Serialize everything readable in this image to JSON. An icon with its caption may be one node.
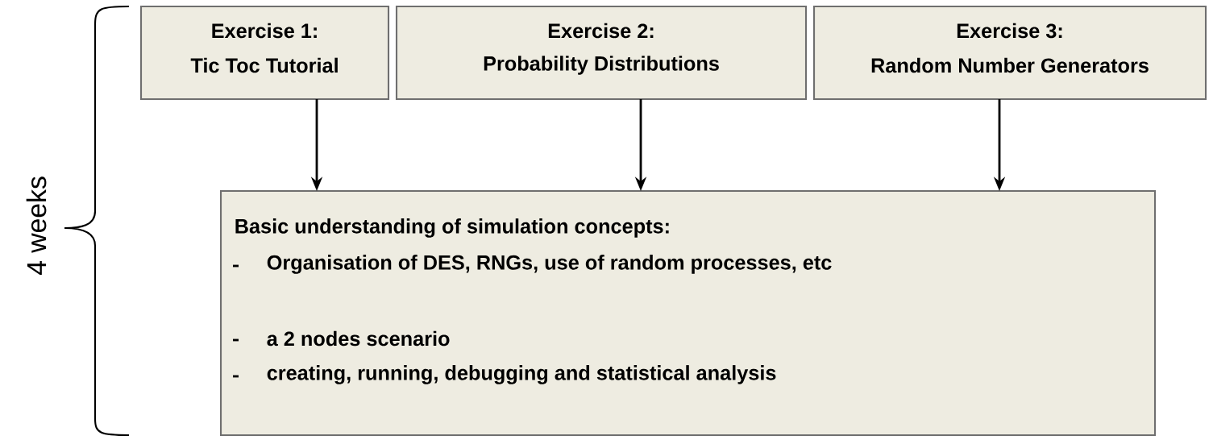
{
  "diagram": {
    "nodes": [
      {
        "text": [
          "Exercise 1:",
          "Tic Toc Tutorial"
        ]
      },
      {
        "text": [
          "Exercise 2:",
          "Probability Distributions"
        ]
      },
      {
        "text": [
          "Exercise 3:",
          "Random Number Generators"
        ]
      },
      {
        "text": [
          "Basic understanding of simulation concepts:",
          "Organisation of DES, RNGs, use of random processes, etc",
          "a 2 nodes scenario",
          "creating, running, debugging and statistical analysis"
        ]
      }
    ],
    "edges": [
      {
        "from": 0,
        "to": 3,
        "arrow": "to"
      },
      {
        "from": 1,
        "to": 3,
        "arrow": "to"
      },
      {
        "from": 2,
        "to": 3,
        "arrow": "to"
      }
    ],
    "labels": [
      "4 weeks"
    ]
  }
}
